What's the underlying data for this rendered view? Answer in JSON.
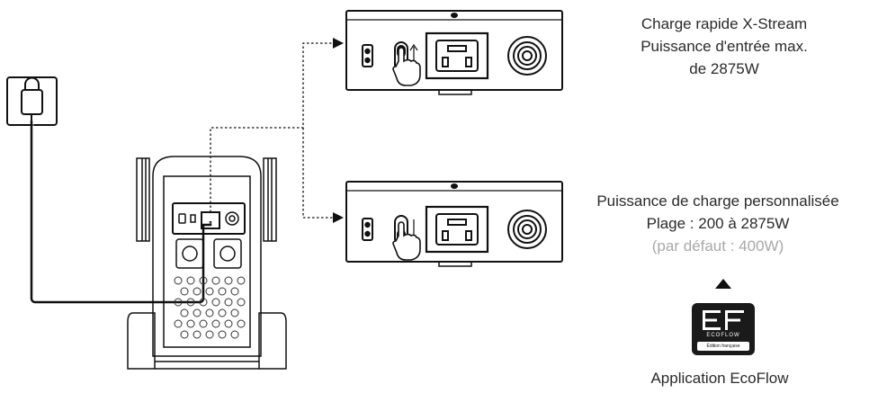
{
  "captions": {
    "x_stream": {
      "line1": "Charge rapide X-Stream",
      "line2": "Puissance d'entrée max.",
      "line3": "de 2875W"
    },
    "custom": {
      "line1": "Puissance de charge personnalisée",
      "line2": "Plage : 200 à 2875W",
      "line3": "(par défaut : 400W)"
    },
    "app": {
      "label": "Application EcoFlow"
    }
  },
  "app_icon": {
    "brand": "ECOFLOW",
    "edition": "Édition française"
  },
  "icons": [
    "plug-icon",
    "power-station",
    "switch-up-panel",
    "switch-down-panel",
    "hand-icon",
    "arrow-up-icon",
    "ecoflow-app-icon"
  ],
  "colors": {
    "line": "#111111",
    "caption": "#2a2a2a",
    "muted": "#a8a8a8"
  }
}
